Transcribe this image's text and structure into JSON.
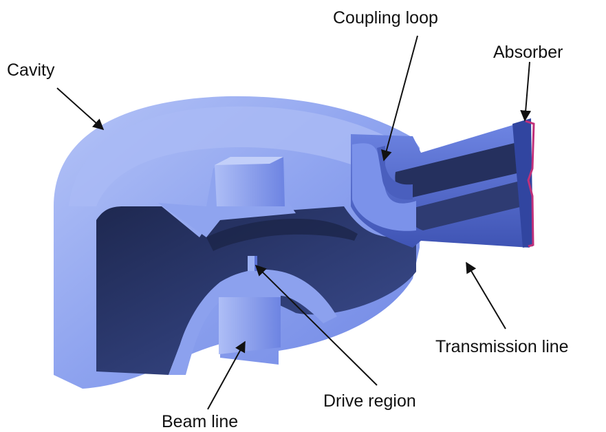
{
  "labels": {
    "cavity": "Cavity",
    "coupling_loop": "Coupling loop",
    "absorber": "Absorber",
    "transmission_line": "Transmission line",
    "drive_region": "Drive region",
    "beam_line": "Beam line"
  },
  "colors": {
    "outer_surface": "#7f96ec",
    "light_surface": "#a8b9f4",
    "mid_surface": "#5f77dc",
    "interior_dark": "#25315e",
    "interior_mid": "#3a4a86",
    "absorber": "#c0307a",
    "arrow": "#111111"
  }
}
